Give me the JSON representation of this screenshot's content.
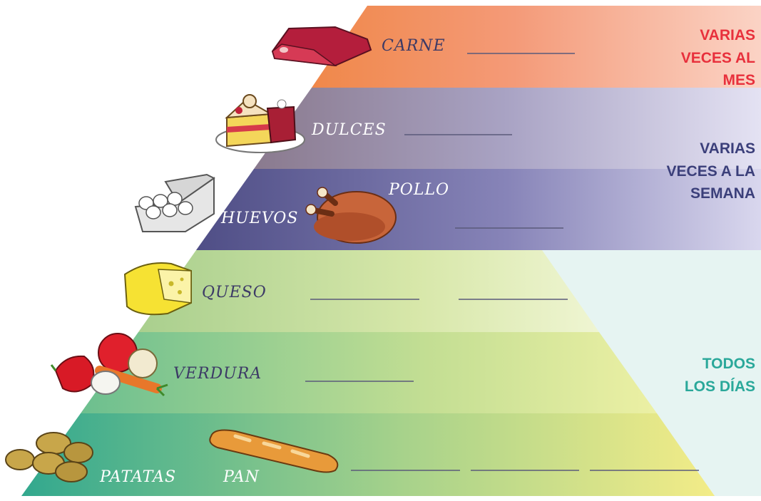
{
  "levels": [
    {
      "foods": [
        "CARNE"
      ]
    },
    {
      "foods": [
        "DULCES"
      ]
    },
    {
      "foods": [
        "HUEVOS",
        "POLLO"
      ]
    },
    {
      "foods": [
        "QUESO"
      ]
    },
    {
      "foods": [
        "VERDURA"
      ]
    },
    {
      "foods": [
        "PATATAS",
        "PAN"
      ]
    }
  ],
  "frequencies": [
    {
      "lines": [
        "VARIAS",
        "VECES AL",
        "MES"
      ],
      "color": "#e8303c"
    },
    {
      "lines": [
        "VARIAS",
        "VECES A LA",
        "SEMANA"
      ],
      "color": "#3b3f7a"
    },
    {
      "lines": [
        "TODOS",
        "LOS DÍAS"
      ],
      "color": "#2aa89a"
    }
  ],
  "icons": [
    "meat-icon",
    "cake-icon",
    "eggs-icon",
    "roast-chicken-icon",
    "cheese-icon",
    "vegetables-icon",
    "potatoes-icon",
    "bread-icon"
  ]
}
